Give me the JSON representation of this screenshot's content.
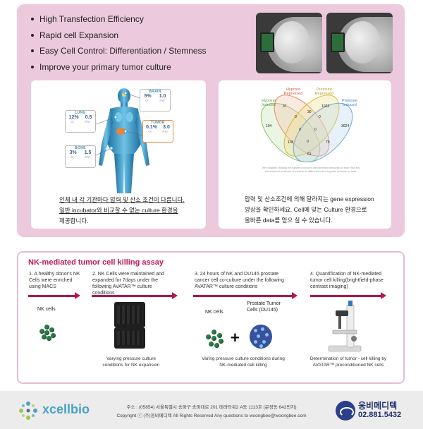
{
  "features": [
    "High Transfection Efficiency",
    "Rapid cell Expansion",
    "Easy Cell Control: Differentiation / Stemness",
    "Improve your primary tumor culture"
  ],
  "body_map": {
    "brain": {
      "label": "BRAIN",
      "o2": "5%",
      "psi": "1.0",
      "o2_unit": "O₂",
      "psi_unit": "PSI"
    },
    "lung": {
      "label": "LUNG",
      "o2": "12%",
      "psi": "0.5",
      "o2_unit": "O₂",
      "psi_unit": "PSI"
    },
    "tumor": {
      "label": "TUMOR",
      "o2": "0.1%",
      "psi": "3.0",
      "o2_unit": "O₂",
      "psi_unit": "PSI"
    },
    "bone": {
      "label": "BONE",
      "o2": "3%",
      "psi": "1.5",
      "o2_unit": "O₂",
      "psi_unit": "PSI"
    }
  },
  "left_caption": [
    "인체 내 각 기관마다 압력 및 산소 조건이 다릅니다.",
    "일반 incubator와 비교할 수 없는 culture 환경을",
    "제공합니다."
  ],
  "venn": {
    "labels": {
      "hypoxia_induced": "Hypoxia Induced",
      "hypoxia_repressed": "Hypoxia Repressed",
      "pressure_repressed": "Pressure Repressed",
      "pressure_induced": "Pressure Induced"
    },
    "numbers": [
      "37",
      "30",
      "1022",
      "104",
      "0",
      "0",
      "3024",
      "0",
      "0",
      "118",
      "0",
      "79",
      "61"
    ],
    "note": "Venn diagram showing the number of induced and repressed transcripts in each RNA-seq transcriptome produced in response to different levels of hypoxia, pressure, or both."
  },
  "right_caption": [
    "압력 및 산소조건에 의해 달라지는 gene expression",
    "양상을 확인하세요. Cell에 맞는 Culture 환경으로",
    "올바른  data를 얻으 실 수 있습니다."
  ],
  "nk": {
    "title": "NK-mediated tumor cell killing assay",
    "steps": [
      "1. A healthy donor's NK Cells were enriched using MACS",
      "2. NK Cells were maintained and expanded for 7days under the following AVATAR™ culture conditions",
      "3. 24 hours of NK and DU145 prostate cancer cell co-culture under the following AVATAR™ culture conditions",
      "4. Quantification of NK-mediated tumor cell killing(brightfield-phase contrast imaging)"
    ],
    "nk_cells_label": "NK cells",
    "nk_cells_label2": "NK cells",
    "prostate_label": "Prostate Tumor Cells (DU145)",
    "captions": [
      "Varying pressure culture conditions for NK expansion",
      "Varing pressure culture conditions during NK-mediated cell killing",
      "Determination of tumor - cell killing by AVATAR™ preconditioned NK cells"
    ]
  },
  "footer": {
    "logo": "xcellbio",
    "address": "주소 : (05854) 서울특별시 송파구 송파대로 201 테라타워2 A동 1113호 (문정동 642번지)",
    "copyright": "Copyright ⓒ (주)웅비메디텍 All Rights Reserved Any questions to woongbee@woongbee.com",
    "brand": "웅비메디텍",
    "phone": "02.881.5432"
  },
  "colors": {
    "panel_pink": "#ecc9dc",
    "accent": "#b2184e",
    "title": "#c2185b"
  }
}
